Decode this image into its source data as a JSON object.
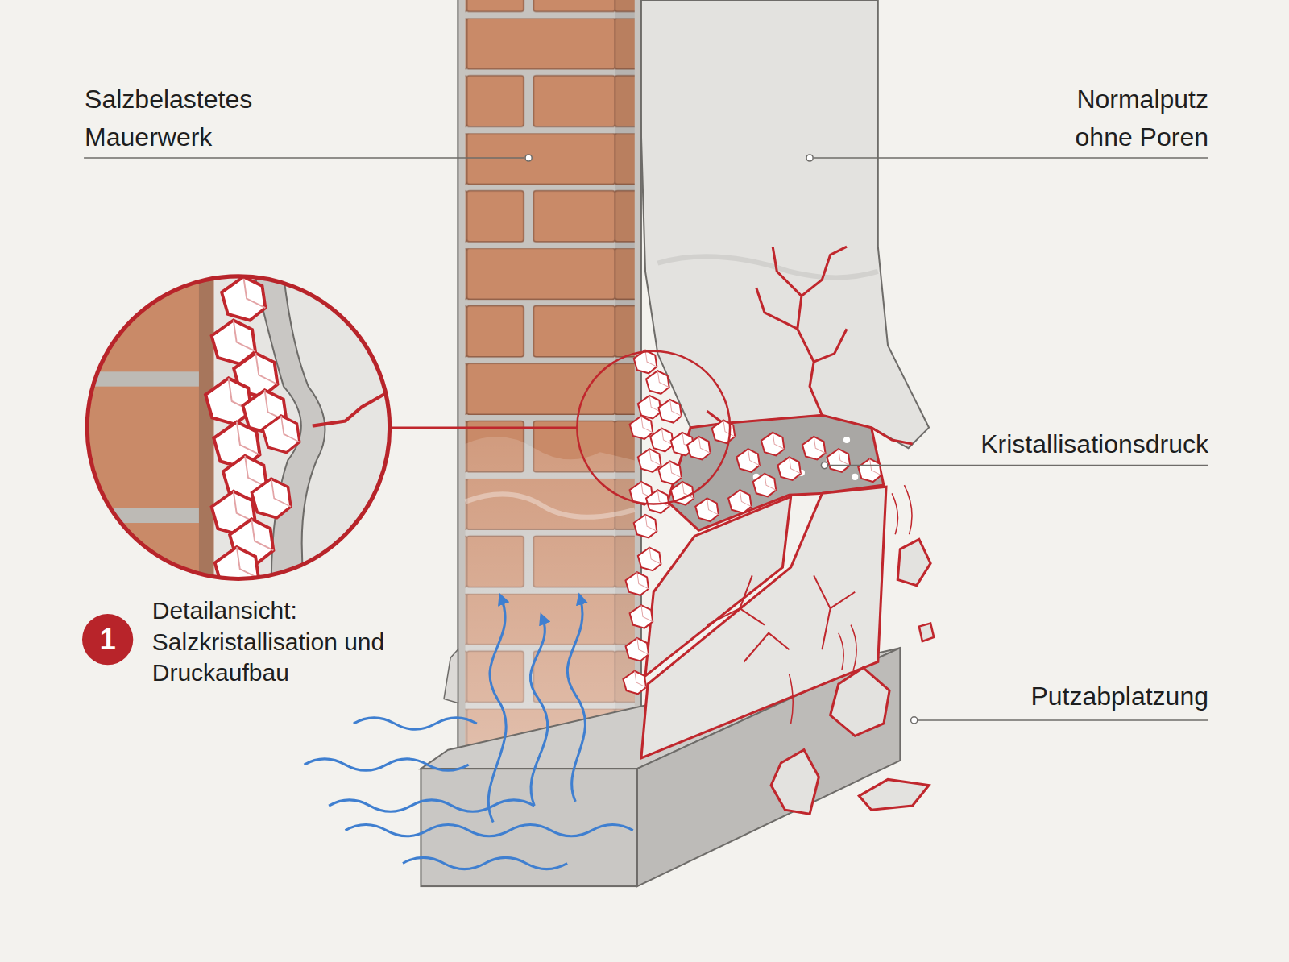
{
  "diagram": {
    "nodes": [
      {
        "text": [
          "1"
        ]
      }
    ],
    "labels": [
      "Salzbelastetes Mauerwerk",
      "Normalputz ohne Poren",
      "Kristallisationsdruck",
      "Putzabplatzung",
      "Detailansicht: Salzkristallisation und Druckaufbau"
    ]
  }
}
